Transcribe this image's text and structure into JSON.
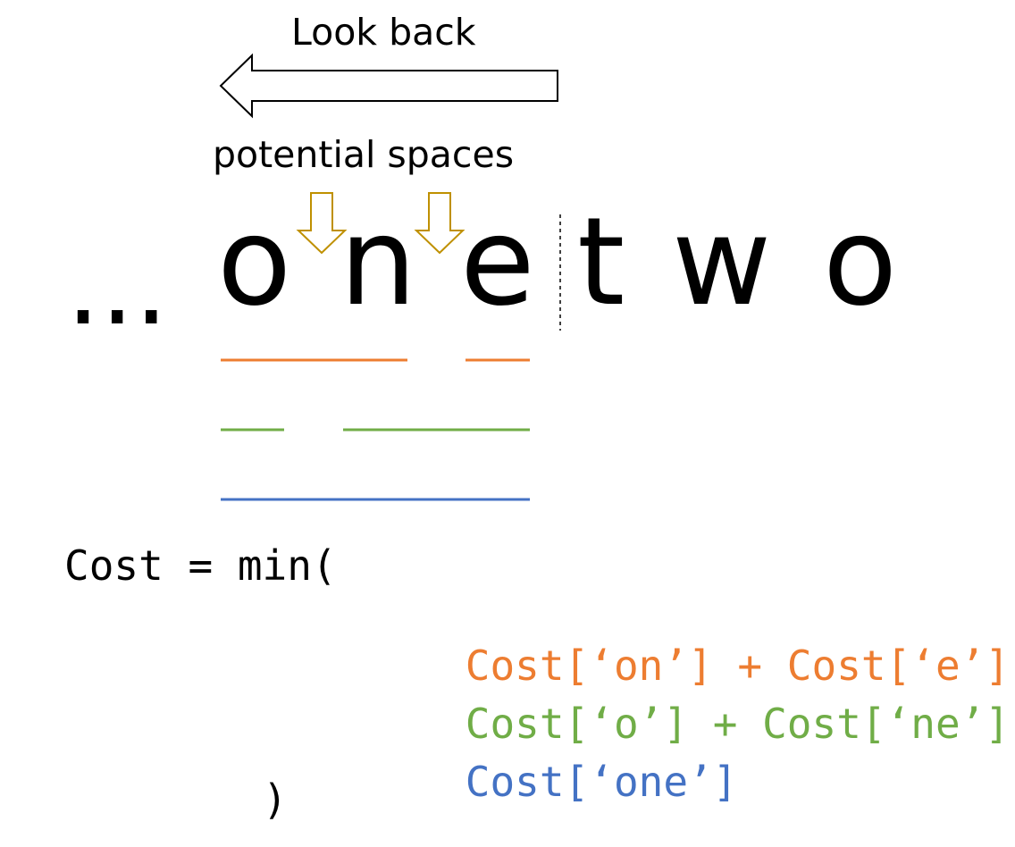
{
  "labels": {
    "look_back": "Look back",
    "potential_spaces": "potential spaces"
  },
  "sequence": {
    "ellipsis": "...",
    "letters": [
      "o",
      "n",
      "e",
      "t",
      "w",
      "o"
    ]
  },
  "formula": {
    "head": "Cost = min(",
    "options": [
      {
        "text": "Cost[‘on’] + Cost[‘e’]",
        "sep": ",",
        "color": "#ED7D31"
      },
      {
        "text": "Cost[‘o’] + Cost[‘ne’]",
        "sep": ",",
        "color": "#70AD47"
      },
      {
        "text": "Cost[‘one’]",
        "sep": "",
        "color": "#4472C4"
      }
    ],
    "close": ")"
  },
  "colors": {
    "arrow_outline": "#000000",
    "space_arrow": "#BF9000",
    "split_on_e": "#ED7D31",
    "split_o_ne": "#70AD47",
    "split_one": "#4472C4",
    "text": "#000000"
  }
}
